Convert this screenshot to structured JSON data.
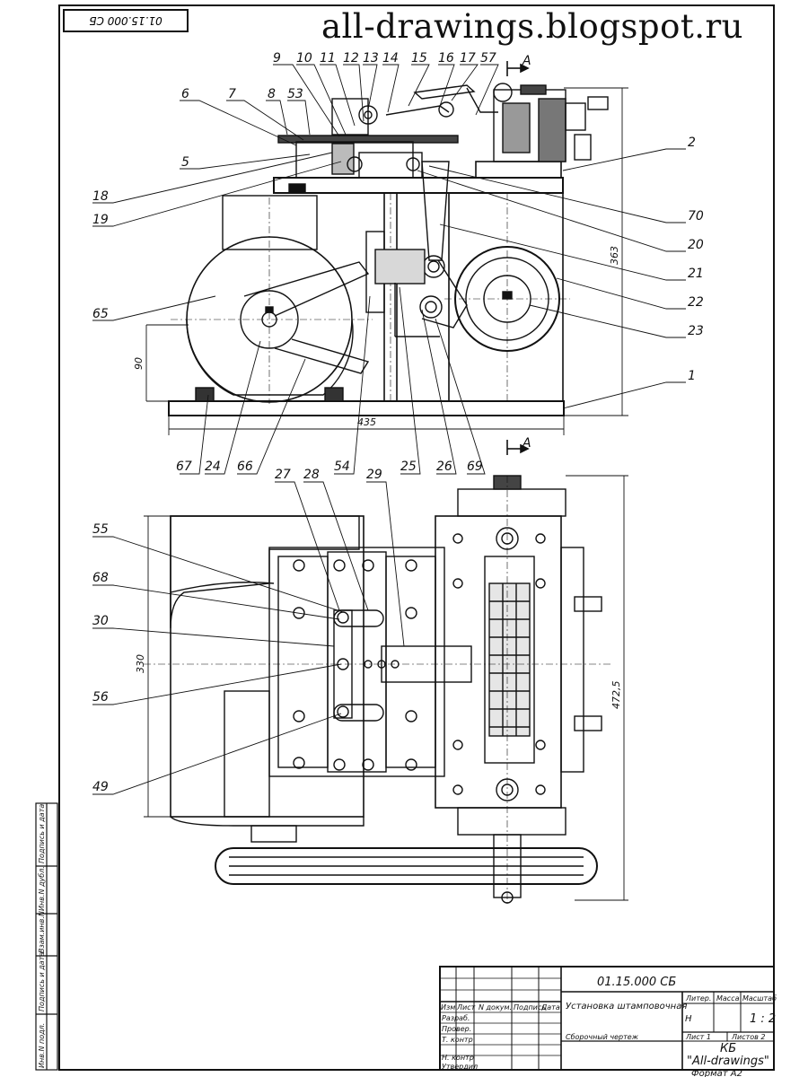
{
  "header": {
    "watermark": "all-drawings.blogspot.ru",
    "doc_code_rotated": "01.15.000 СБ"
  },
  "section_marks": {
    "top": "A",
    "bottom": "A"
  },
  "callouts_top": [
    "9",
    "10",
    "11",
    "12",
    "13",
    "14",
    "15",
    "16",
    "17",
    "57"
  ],
  "callouts_left_upper": [
    "6",
    "7",
    "8",
    "53",
    "5",
    "18",
    "19"
  ],
  "callouts_right_upper": [
    "2",
    "70",
    "20",
    "21",
    "22",
    "23",
    "1"
  ],
  "callouts_left_mid": [
    "65"
  ],
  "callouts_bottom_row": [
    "67",
    "24",
    "66",
    "54",
    "25",
    "26",
    "69"
  ],
  "callouts_plan_top": [
    "27",
    "28",
    "29"
  ],
  "callouts_plan_left": [
    "55",
    "68",
    "30",
    "56",
    "49"
  ],
  "dimensions": {
    "height_363": "363",
    "height_90": "90",
    "width_435": "435",
    "width_330": "330",
    "height_472": "472,5"
  },
  "title_block": {
    "designation": "01.15.000 СБ",
    "name": "Установка штамповочная",
    "doc_type": "Сборочный чертеж",
    "org_line1": "КБ",
    "org_line2": "\"All-drawings\"",
    "format": "Формат А2",
    "headers": {
      "change": "Изм",
      "sheet": "Лист",
      "doc_no": "N докум.",
      "sign": "Подпись",
      "date": "Дата",
      "liter": "Литер.",
      "mass": "Масса",
      "scale": "Масштаб"
    },
    "roles": {
      "developed": "Разраб.",
      "checked": "Провер.",
      "tech_control": "Т. контр",
      "norm_control": "Н. контр",
      "approved": "Утвердил"
    },
    "liter_value": "Н",
    "scale_value": "1 : 2",
    "sheet_label": "Лист 1",
    "sheets_label": "Листов 2"
  },
  "side_strip": {
    "cells": [
      "Инв.N подл.",
      "Подпись и дата",
      "Взам.инв.N",
      "Инв.N дубл.",
      "Подпись и дата"
    ]
  }
}
